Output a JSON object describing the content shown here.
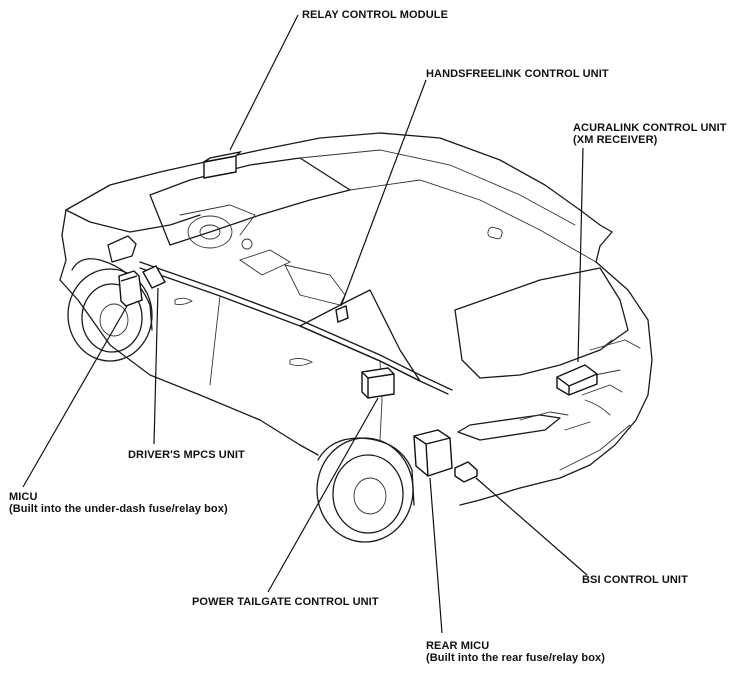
{
  "callouts": {
    "relay_control_module": "RELAY CONTROL MODULE",
    "handsfreelink_control_unit": "HANDSFREELINK CONTROL UNIT",
    "acuralink_control_unit_line1": "ACURALINK CONTROL UNIT",
    "acuralink_control_unit_line2": "(XM RECEIVER)",
    "drivers_mpcs_unit": "DRIVER'S MPCS UNIT",
    "micu_line1": "MICU",
    "micu_line2": "(Built into the under-dash fuse/relay box)",
    "power_tailgate_control_unit": "POWER TAILGATE CONTROL UNIT",
    "bsi_control_unit": "BSI CONTROL UNIT",
    "rear_micu_line1": "REAR MICU",
    "rear_micu_line2": "(Built into the rear fuse/relay box)"
  }
}
